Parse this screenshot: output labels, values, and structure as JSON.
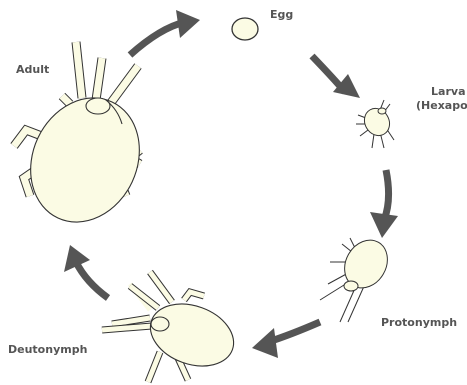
{
  "diagram": {
    "stages": [
      {
        "id": "egg",
        "label": "Egg"
      },
      {
        "id": "larva",
        "label": "Larva",
        "sublabel": "(Hexapod)"
      },
      {
        "id": "protonymph",
        "label": "Protonymph"
      },
      {
        "id": "deutonymph",
        "label": "Deutonymph"
      },
      {
        "id": "adult",
        "label": "Adult"
      }
    ],
    "colors": {
      "body": "#fbfbe4",
      "outline": "#333333",
      "arrow": "#555555",
      "text": "#555555"
    }
  }
}
